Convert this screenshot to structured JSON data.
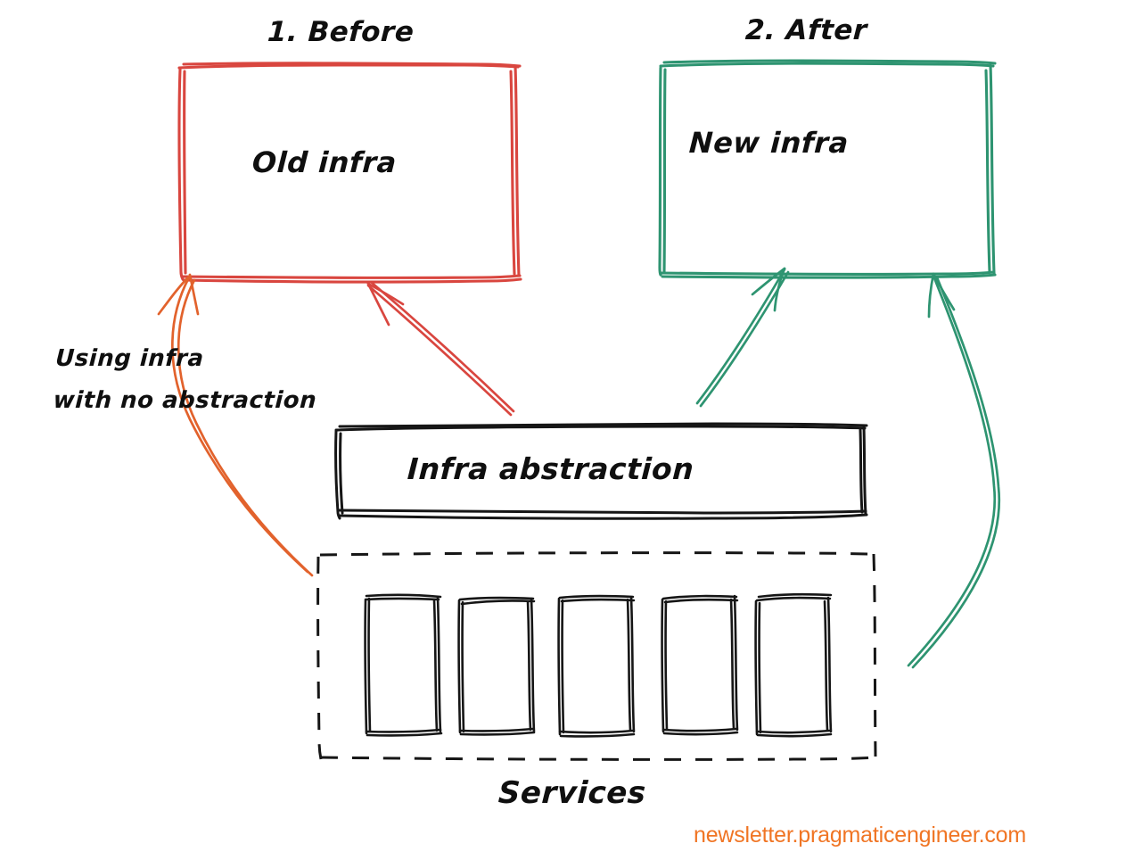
{
  "diagram": {
    "panels": [
      {
        "id": "before",
        "title": "1. Before",
        "box_label": "Old infra",
        "color": "#d9463f"
      },
      {
        "id": "after",
        "title": "2. After",
        "box_label": "New infra",
        "color": "#2e9471"
      }
    ],
    "abstraction_box": {
      "label": "Infra abstraction",
      "color": "#111111"
    },
    "services_group": {
      "label": "Services",
      "color": "#111111",
      "service_count": 5,
      "services": [
        "",
        "",
        "",
        "",
        ""
      ]
    },
    "annotation": {
      "lines": [
        "Using infra",
        "with no abstraction"
      ],
      "line1": "Using infra",
      "line2": "with no abstraction",
      "color": "#e2622c"
    },
    "arrows": [
      {
        "id": "services-to-old-infra",
        "color": "#e2622c",
        "style": "curved",
        "from": "services-group",
        "to": "old-infra-box"
      },
      {
        "id": "abstraction-to-old-infra",
        "color": "#d9463f",
        "style": "straight",
        "from": "infra-abstraction-box",
        "to": "old-infra-box"
      },
      {
        "id": "abstraction-to-new-infra",
        "color": "#2e9471",
        "style": "straight",
        "from": "infra-abstraction-box",
        "to": "new-infra-box"
      },
      {
        "id": "services-to-new-infra",
        "color": "#2e9471",
        "style": "curved",
        "from": "services-group",
        "to": "new-infra-box"
      }
    ]
  },
  "footer": {
    "url": "newsletter.pragmaticengineer.com",
    "color": "#f07524"
  }
}
